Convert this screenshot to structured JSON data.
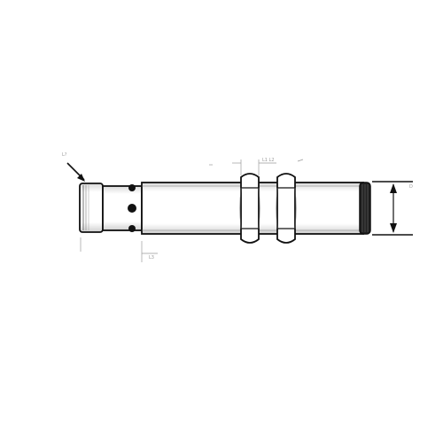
{
  "drawing": {
    "description_free": true,
    "labels": {
      "top_left": "L?",
      "dim_top": "L1 L2",
      "dim_bottom": "L3",
      "dim_right": "D"
    },
    "colors": {
      "outline": "#111111",
      "thin": "#555555",
      "dim": "#9a9a9a",
      "fill": "#ffffff",
      "shade": "#e8e8e8"
    }
  }
}
